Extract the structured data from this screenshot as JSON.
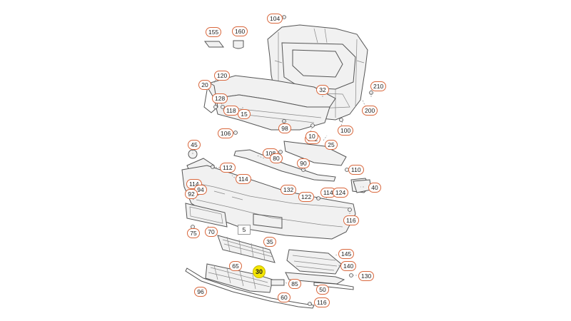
{
  "diagram": {
    "highlight_color": "#f4e600",
    "callout_border_color": "#d9673c",
    "callouts": [
      {
        "label": "104"
      },
      {
        "label": "155"
      },
      {
        "label": "160"
      },
      {
        "label": "120"
      },
      {
        "label": "20"
      },
      {
        "label": "128"
      },
      {
        "label": "118"
      },
      {
        "label": "15"
      },
      {
        "label": "32"
      },
      {
        "label": "210"
      },
      {
        "label": "200"
      },
      {
        "label": "98"
      },
      {
        "label": "100"
      },
      {
        "label": "106"
      },
      {
        "label": "102"
      },
      {
        "label": "10"
      },
      {
        "label": "25"
      },
      {
        "label": "45"
      },
      {
        "label": "108"
      },
      {
        "label": "80"
      },
      {
        "label": "110"
      },
      {
        "label": "112"
      },
      {
        "label": "90"
      },
      {
        "label": "114"
      },
      {
        "label": "40"
      },
      {
        "label": "114"
      },
      {
        "label": "94"
      },
      {
        "label": "92"
      },
      {
        "label": "132"
      },
      {
        "label": "122"
      },
      {
        "label": "114"
      },
      {
        "label": "124"
      },
      {
        "label": "116"
      },
      {
        "label": "75"
      },
      {
        "label": "70"
      },
      {
        "label": "5"
      },
      {
        "label": "35"
      },
      {
        "label": "145"
      },
      {
        "label": "65"
      },
      {
        "label": "30"
      },
      {
        "label": "140"
      },
      {
        "label": "130"
      },
      {
        "label": "85"
      },
      {
        "label": "96"
      },
      {
        "label": "50"
      },
      {
        "label": "60"
      },
      {
        "label": "116"
      }
    ]
  }
}
